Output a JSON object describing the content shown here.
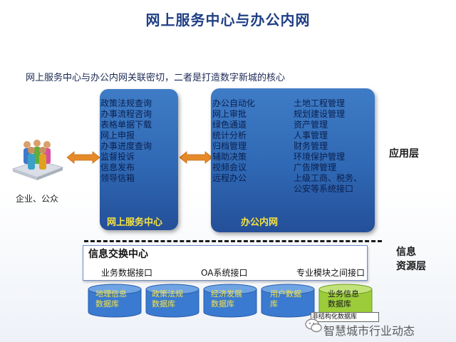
{
  "title": "网上服务中心与办公内网",
  "subtitle": "网上服务中心与办公内网关联密切，二者是打造数字新城的核心",
  "actor_label": "企业、公众",
  "online_service": {
    "items": [
      "政策法规查询",
      "办事流程咨询",
      "表格单据下载",
      "网上申报",
      "办事进度查询",
      "监督投诉",
      "信息发布",
      "领导信箱"
    ],
    "label": "网上服务中心"
  },
  "office_network": {
    "col1": [
      "办公自动化",
      "网上审批",
      "绿色通道",
      "统计分析",
      "归档管理",
      "辅助决策",
      "视频会议",
      "远程办公"
    ],
    "col2": [
      "土地工程管理",
      "规划建设管理",
      "资产管理",
      "人事管理",
      "财务管理",
      "环境保护管理",
      "广告牌管理",
      "上级工商、税务、",
      "公安等系统接口"
    ],
    "label": "办公内网"
  },
  "layers": {
    "application": "应用层",
    "info_resource_line1": "信息",
    "info_resource_line2": "资源层"
  },
  "exchange": {
    "title": "信息交换中心",
    "interfaces": [
      "业务数据接口",
      "OA系统接口",
      "专业模块之间接口"
    ]
  },
  "databases": [
    {
      "line1": "地理信息",
      "line2": "数据库"
    },
    {
      "line1": "政策法规",
      "line2": "数据库"
    },
    {
      "line1": "经济发展",
      "line2": "数据库"
    },
    {
      "line1": "用户数据",
      "line2": "库"
    },
    {
      "line1": "业务信息",
      "line2": "数据库"
    }
  ],
  "legend_text": "非结构化数据库",
  "watermark": "智慧城市行业动态",
  "colors": {
    "panel_blue": "#2f68b4",
    "db_blue": "#3a7ad0",
    "db_green": "#9ccc3a",
    "label_yellow": "#f7e340",
    "arrow_orange": "#e07a20",
    "title_blue": "#1f3f86"
  }
}
